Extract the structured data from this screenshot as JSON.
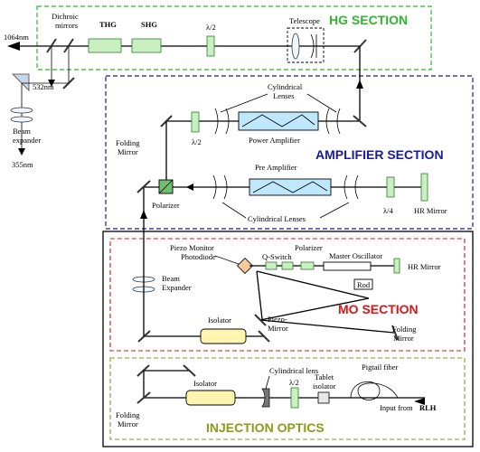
{
  "sections": {
    "hg": "HG SECTION",
    "amplifier": "AMPLIFIER SECTION",
    "mo": "MO SECTION",
    "injection": "INJECTION OPTICS"
  },
  "labels": {
    "out_1064": "1064nm",
    "dichroic": "Dichroic",
    "mirrors": "mirrors",
    "thg": "THG",
    "shg": "SHG",
    "half_wave_top": "λ/2",
    "telescope": "Telescope",
    "out_532": "532nm",
    "beam_exp1": "Beam",
    "beam_exp2": "expander",
    "out_355": "355nm",
    "cyl_lenses1": "Cylindrical",
    "cyl_lenses2": "Lenses",
    "power_amp": "Power Amplifier",
    "folding1": "Folding",
    "folding2": "Mirror",
    "half_wave_amp": "λ/2",
    "pre_amp": "Pre Amplifier",
    "polarizer_amp": "Polarizer",
    "cyl_lenses_bottom": "Cylindrical Lenses",
    "quarter_wave": "λ/4",
    "hr_mirror_amp": "HR Mirror",
    "piezo_monitor1": "Piezo Monitor",
    "piezo_monitor2": "Photodiode",
    "q_switch": "Q-Switch",
    "polarizer_mo": "Polarizer",
    "master_osc": "Master Oscillator",
    "hr_mirror_mo": "HR Mirror",
    "rod": "Rod",
    "beam_exp_mo1": "Beam",
    "beam_exp_mo2": "Expander",
    "isolator_mo": "Isolator",
    "piezo_mirror1": "Piezo-",
    "piezo_mirror2": "Mirror",
    "folding_mo1": "Folding",
    "folding_mo2": "Mirror",
    "cyl_lens_inj": "Cylindrical lens",
    "pigtail": "Pigtail fiber",
    "isolator_inj": "Isolator",
    "half_wave_inj": "λ/2",
    "tablet1": "Tablet",
    "tablet2": "isolator",
    "input_from": "Input from",
    "rlh": "RLH",
    "folding_inj1": "Folding",
    "folding_inj2": "Mirror"
  },
  "colors": {
    "hg": "#2fb52f",
    "amplifier": "#1a1a9c",
    "mo": "#d21818",
    "injection": "#8a9a1a",
    "optic_fill": "#c8f0c0",
    "optic_stroke": "#2f7a2f",
    "amp_crystal": "#bfe8ff",
    "isolator_fill": "#fff4b0"
  }
}
